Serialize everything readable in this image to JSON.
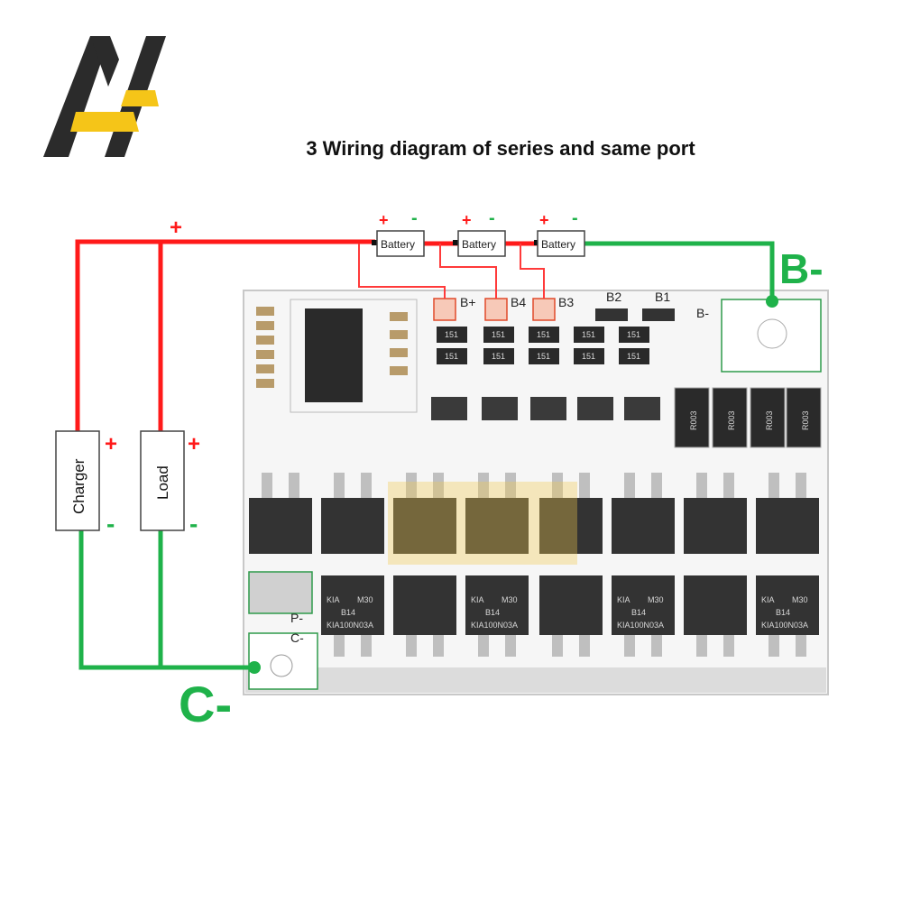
{
  "title": "3 Wiring diagram of series and same port",
  "colors": {
    "positive": "#ff1a1a",
    "negative": "#1fb24a",
    "logo_dark": "#2b2b2b",
    "logo_accent": "#f5c518"
  },
  "batteries": [
    {
      "label": "Battery",
      "plus": "+",
      "minus": "-"
    },
    {
      "label": "Battery",
      "plus": "+",
      "minus": "-"
    },
    {
      "label": "Battery",
      "plus": "+",
      "minus": "-"
    }
  ],
  "charger": {
    "label": "Charger",
    "plus": "+",
    "minus": "-"
  },
  "load": {
    "label": "Load",
    "plus": "+",
    "minus": "-"
  },
  "bus_plus": "+",
  "terminals": {
    "b_minus": "B-",
    "c_minus": "C-"
  },
  "board": {
    "pad_labels": [
      "B+",
      "B4",
      "B3",
      "B2",
      "B1",
      "B-"
    ],
    "edge_labels": [
      "P-",
      "C-"
    ],
    "resistor_code": "151",
    "shunt_code": "R003",
    "mosfet_lines": [
      "KIA",
      "M30",
      "B14",
      "KIA100N03A"
    ]
  }
}
